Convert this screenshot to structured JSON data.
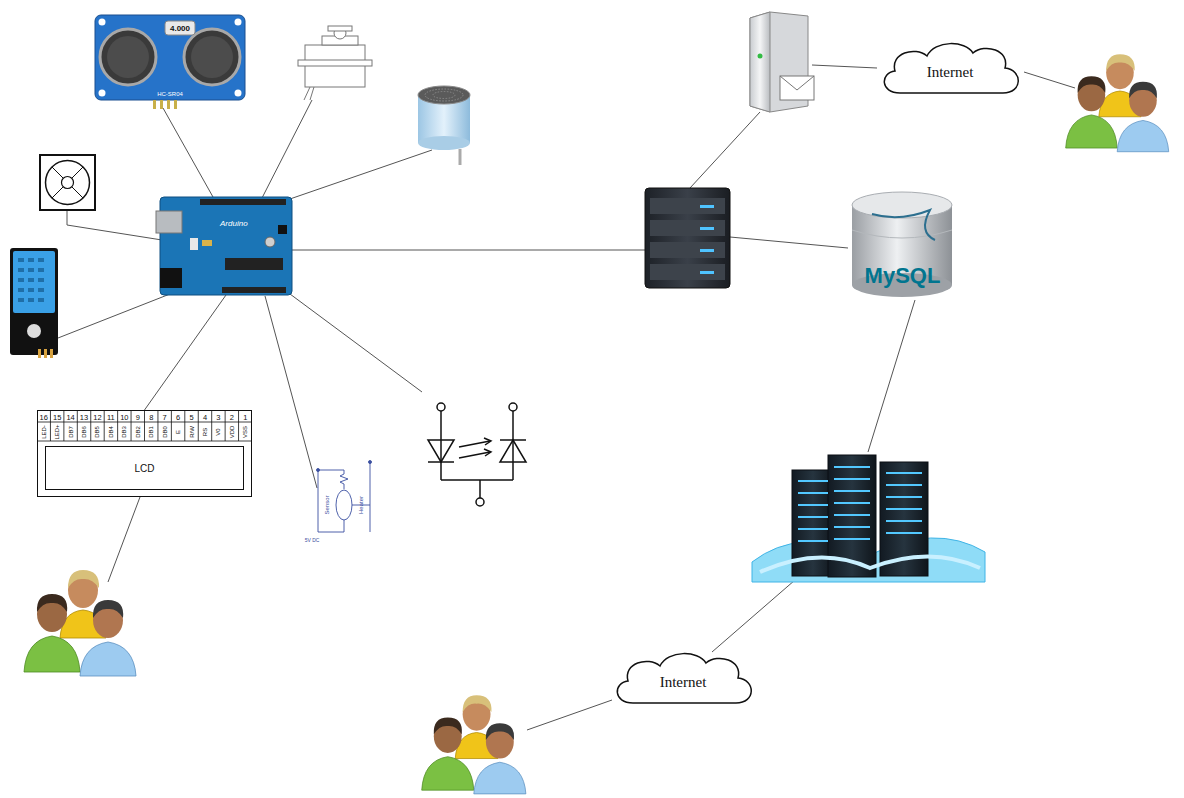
{
  "diagram": {
    "nodes": [
      {
        "text": [
          "Internet"
        ]
      },
      {
        "text": [
          "Arduino"
        ]
      },
      {
        "text": [
          "MySQL"
        ]
      },
      {
        "text": [
          "LCD"
        ]
      },
      {
        "text": [
          "Internet"
        ]
      }
    ],
    "edges": [
      {
        "from": 1,
        "to": 3,
        "arrow": "none"
      }
    ],
    "labels": [
      "4.000",
      "HC-SR04",
      "16",
      "15",
      "14",
      "13",
      "12",
      "11",
      "10",
      "9",
      "8",
      "7",
      "6",
      "5",
      "4",
      "3",
      "2",
      "1",
      "LED-",
      "LED+",
      "DB7",
      "DB6",
      "DB5",
      "DB4",
      "DB3",
      "DB2",
      "DB1",
      "DB0",
      "E",
      "R/W",
      "RS",
      "V0",
      "VDD",
      "VSS",
      "Sensor",
      "Heater",
      "5V DC"
    ]
  }
}
